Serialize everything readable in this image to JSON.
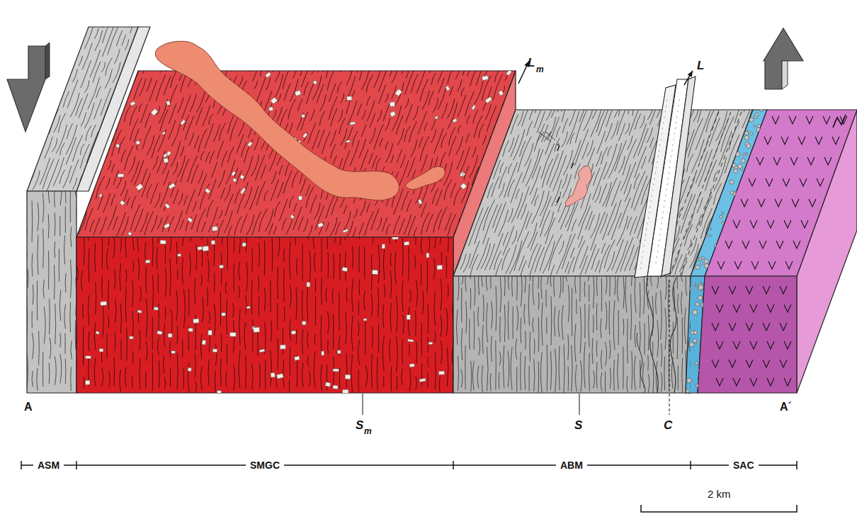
{
  "diagram": {
    "labels": [
      "L",
      "m",
      "L",
      "A",
      "S",
      "m",
      "S",
      "C",
      "A´",
      "ASM",
      "SMGC",
      "ABM",
      "SAC",
      "2 km"
    ]
  }
}
